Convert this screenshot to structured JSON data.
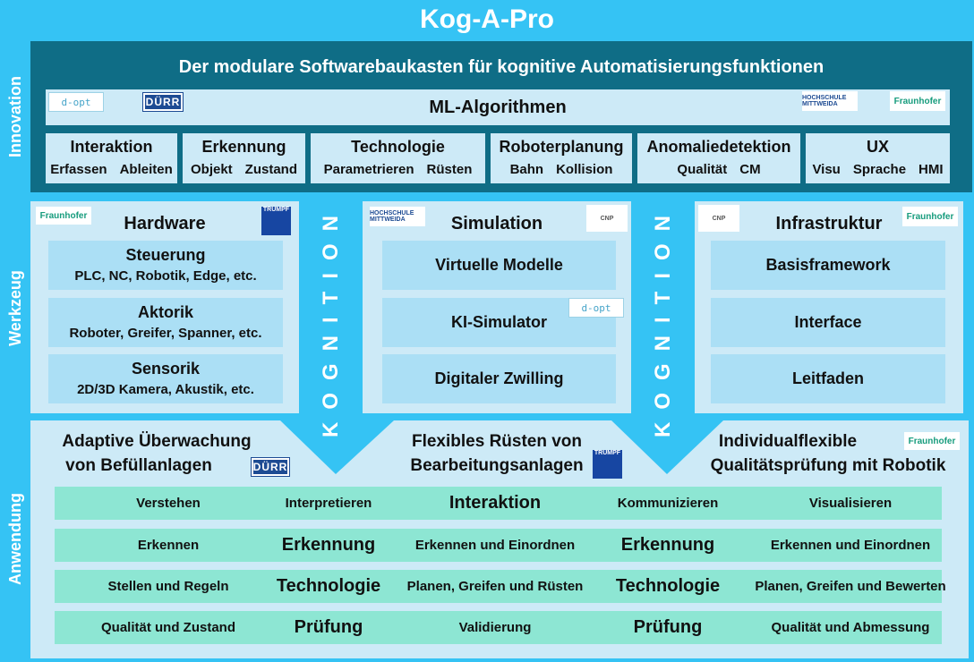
{
  "title": "Kog-A-Pro",
  "side_labels": {
    "innovation": "Innovation",
    "werkzeug": "Werkzeug",
    "anwendung": "Anwendung"
  },
  "innovation": {
    "subtitle": "Der modulare Softwarebaukasten für kognitive Automatisierungsfunktionen",
    "ml": "ML-Algorithmen",
    "logos": {
      "dopt": "d-opt",
      "duerr": "DÜRR",
      "hochschule": "HOCHSCHULE MITTWEIDA",
      "fraunhofer": "Fraunhofer"
    },
    "modules": [
      {
        "title": "Interaktion",
        "subs": [
          "Erfassen",
          "Ableiten"
        ]
      },
      {
        "title": "Erkennung",
        "subs": [
          "Objekt",
          "Zustand"
        ]
      },
      {
        "title": "Technologie",
        "subs": [
          "Parametrieren",
          "Rüsten"
        ]
      },
      {
        "title": "Roboterplanung",
        "subs": [
          "Bahn",
          "Kollision"
        ]
      },
      {
        "title": "Anomaliedetektion",
        "subs": [
          "Qualität",
          "CM"
        ]
      },
      {
        "title": "UX",
        "subs": [
          "Visu",
          "Sprache",
          "HMI"
        ]
      }
    ]
  },
  "kognition": "KOGNITION",
  "hardware": {
    "title": "Hardware",
    "logos": {
      "fraunhofer": "Fraunhofer",
      "trumpf": "TRUMPF"
    },
    "items": [
      {
        "title": "Steuerung",
        "sub": "PLC, NC, Robotik, Edge, etc."
      },
      {
        "title": "Aktorik",
        "sub": "Roboter, Greifer, Spanner, etc."
      },
      {
        "title": "Sensorik",
        "sub": "2D/3D Kamera, Akustik, etc."
      }
    ]
  },
  "simulation": {
    "title": "Simulation",
    "logos": {
      "hochschule": "HOCHSCHULE MITTWEIDA",
      "cnp": "CNP",
      "dopt": "d-opt"
    },
    "items": [
      "Virtuelle Modelle",
      "KI-Simulator",
      "Digitaler Zwilling"
    ]
  },
  "infrastruktur": {
    "title": "Infrastruktur",
    "logos": {
      "cnp": "CNP",
      "fraunhofer": "Fraunhofer"
    },
    "items": [
      "Basisframework",
      "Interface",
      "Leitfaden"
    ]
  },
  "anwendung": {
    "headers": {
      "left": [
        "Adaptive Überwachung",
        "von Befüllanlagen"
      ],
      "center": [
        "Flexibles Rüsten von",
        "Bearbeitungsanlagen"
      ],
      "right": [
        "Individualflexible",
        "Qualitätsprüfung mit Robotik"
      ]
    },
    "logos": {
      "duerr": "DÜRR",
      "trumpf": "TRUMPF",
      "fraunhofer": "Fraunhofer"
    },
    "rows": [
      [
        "Verstehen",
        "Interpretieren",
        "Interaktion",
        "Kommunizieren",
        "Visualisieren"
      ],
      [
        "Erkennen",
        "Erkennung",
        "Erkennen und Einordnen",
        "Erkennung",
        "Erkennen und Einordnen"
      ],
      [
        "Stellen und Regeln",
        "Technologie",
        "Planen, Greifen und Rüsten",
        "Technologie",
        "Planen, Greifen und Bewerten"
      ],
      [
        "Qualität und Zustand",
        "Prüfung",
        "Validierung",
        "Prüfung",
        "Qualität und Abmessung"
      ]
    ]
  },
  "colors": {
    "background": "#35c3f4",
    "innovation_box": "#0f6d86",
    "light_box": "#cdeaf7",
    "module_box": "#abdff5",
    "row": "#8de6d3"
  }
}
